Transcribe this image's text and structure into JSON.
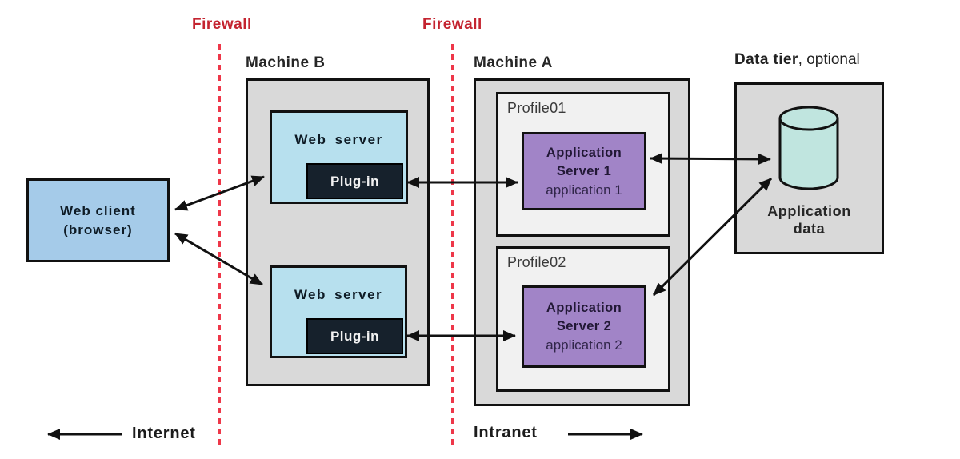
{
  "labels": {
    "firewall_left": "Firewall",
    "firewall_right": "Firewall",
    "machine_b": "Machine B",
    "machine_a": "Machine A",
    "data_tier_bold": "Data tier",
    "data_tier_rest": ", optional",
    "internet": "Internet",
    "intranet": "Intranet"
  },
  "web_client": {
    "line1": "Web client",
    "line2": "(browser)"
  },
  "machine_b": {
    "web_server_1": {
      "title": "Web server",
      "plugin": "Plug-in"
    },
    "web_server_2": {
      "title": "Web server",
      "plugin": "Plug-in"
    }
  },
  "machine_a": {
    "profile_1": {
      "label": "Profile01",
      "server": {
        "line1": "Application",
        "line2": "Server 1",
        "line3": "application 1"
      }
    },
    "profile_2": {
      "label": "Profile02",
      "server": {
        "line1": "Application",
        "line2": "Server 2",
        "line3": "application 2"
      }
    }
  },
  "data_tier": {
    "db_label_line1": "Application",
    "db_label_line2": "data"
  },
  "colors": {
    "firewall_text_red": "#c42430",
    "firewall_dash_red": "#ee3749",
    "machine_fill": "#d9d9d9",
    "profile_fill": "#f1f1f1",
    "web_client_fill": "#a5cbe9",
    "web_server_fill": "#b7e0ee",
    "plugin_fill": "#16212c",
    "app_server_fill": "#a184c7",
    "cylinder_fill": "#c0e5df",
    "line_black": "#111111"
  }
}
